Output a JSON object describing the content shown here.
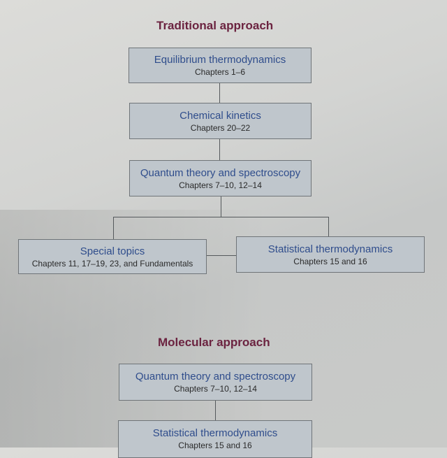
{
  "traditional": {
    "heading": "Traditional approach",
    "boxes": [
      {
        "title": "Equilibrium thermodynamics",
        "chapters": "Chapters 1–6"
      },
      {
        "title": "Chemical kinetics",
        "chapters": "Chapters 20–22"
      },
      {
        "title": "Quantum theory and spectroscopy",
        "chapters": "Chapters 7–10, 12–14"
      },
      {
        "title": "Special topics",
        "chapters": "Chapters 11, 17–19, 23, and Fundamentals"
      },
      {
        "title": "Statistical thermodynamics",
        "chapters": "Chapters 15 and 16"
      }
    ]
  },
  "molecular": {
    "heading": "Molecular approach",
    "boxes": [
      {
        "title": "Quantum theory and spectroscopy",
        "chapters": "Chapters 7–10, 12–14"
      },
      {
        "title": "Statistical thermodynamics",
        "chapters": "Chapters 15 and 16"
      }
    ]
  },
  "colors": {
    "heading": "#6b2340",
    "box_title": "#2f4d8c",
    "box_fill": "#bfc6cc"
  }
}
